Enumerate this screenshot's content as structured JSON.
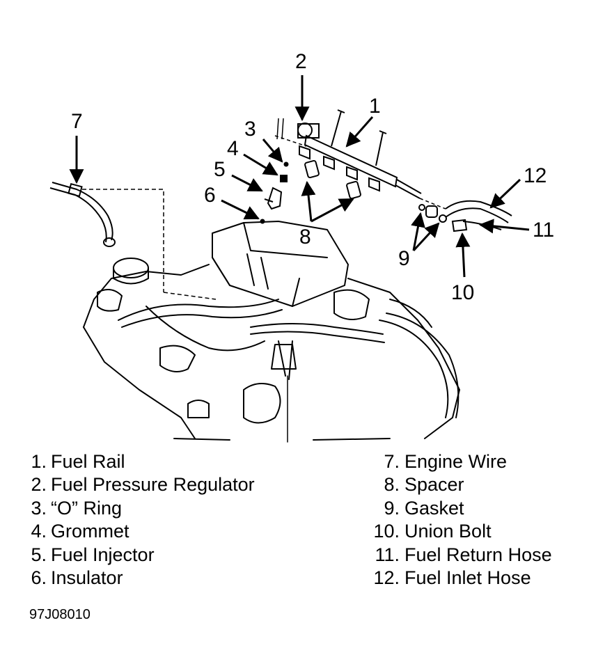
{
  "callouts": [
    "1",
    "2",
    "3",
    "4",
    "5",
    "6",
    "7",
    "8",
    "9",
    "10",
    "11",
    "12"
  ],
  "legend": [
    {
      "num": "1.",
      "label": "Fuel Rail"
    },
    {
      "num": "2.",
      "label": "Fuel Pressure Regulator"
    },
    {
      "num": "3.",
      "label": "“O” Ring"
    },
    {
      "num": "4.",
      "label": "Grommet"
    },
    {
      "num": "5.",
      "label": "Fuel Injector"
    },
    {
      "num": "6.",
      "label": "Insulator"
    },
    {
      "num": "7.",
      "label": "Engine Wire"
    },
    {
      "num": "8.",
      "label": "Spacer"
    },
    {
      "num": "9.",
      "label": "Gasket"
    },
    {
      "num": "10.",
      "label": "Union Bolt"
    },
    {
      "num": "11.",
      "label": "Fuel Return Hose"
    },
    {
      "num": "12.",
      "label": "Fuel Inlet Hose"
    }
  ],
  "figure_id": "97J08010"
}
